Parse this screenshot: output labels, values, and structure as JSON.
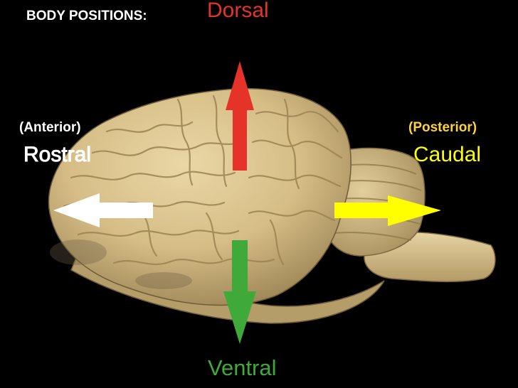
{
  "labels": {
    "title": "BODY POSITIONS:",
    "dorsal": "Dorsal",
    "ventral": "Ventral",
    "anterior": "(Anterior)",
    "rostral": "Rostral",
    "posterior": "(Posterior)",
    "caudal": "Caudal"
  },
  "colors": {
    "background": "#000000",
    "dorsal_arrow": "#e5332a",
    "ventral_arrow": "#3faa3a",
    "rostral_arrow": "#ffffff",
    "caudal_arrow": "#ffff00",
    "brain_tissue": "#d9c08c"
  }
}
